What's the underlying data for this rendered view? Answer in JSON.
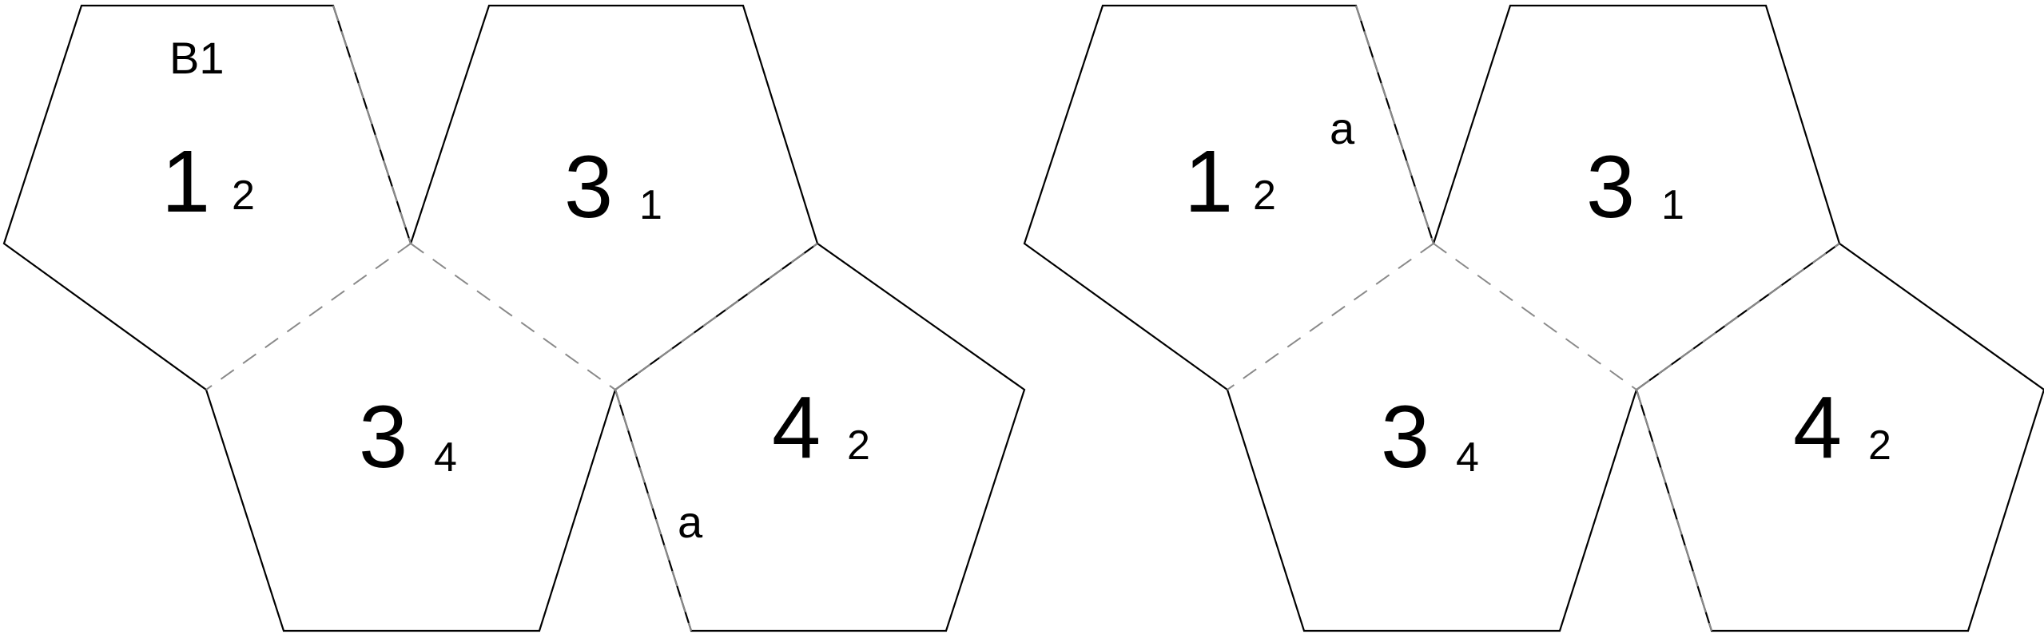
{
  "figure_label": "B1",
  "edge_marker": "a",
  "nets": [
    {
      "faces": [
        {
          "main": "1",
          "sub": "2"
        },
        {
          "main": "3",
          "sub": "1"
        },
        {
          "main": "3",
          "sub": "4"
        },
        {
          "main": "4",
          "sub": "2"
        }
      ]
    },
    {
      "faces": [
        {
          "main": "1",
          "sub": "2"
        },
        {
          "main": "3",
          "sub": "1"
        },
        {
          "main": "3",
          "sub": "4"
        },
        {
          "main": "4",
          "sub": "2"
        }
      ]
    }
  ]
}
